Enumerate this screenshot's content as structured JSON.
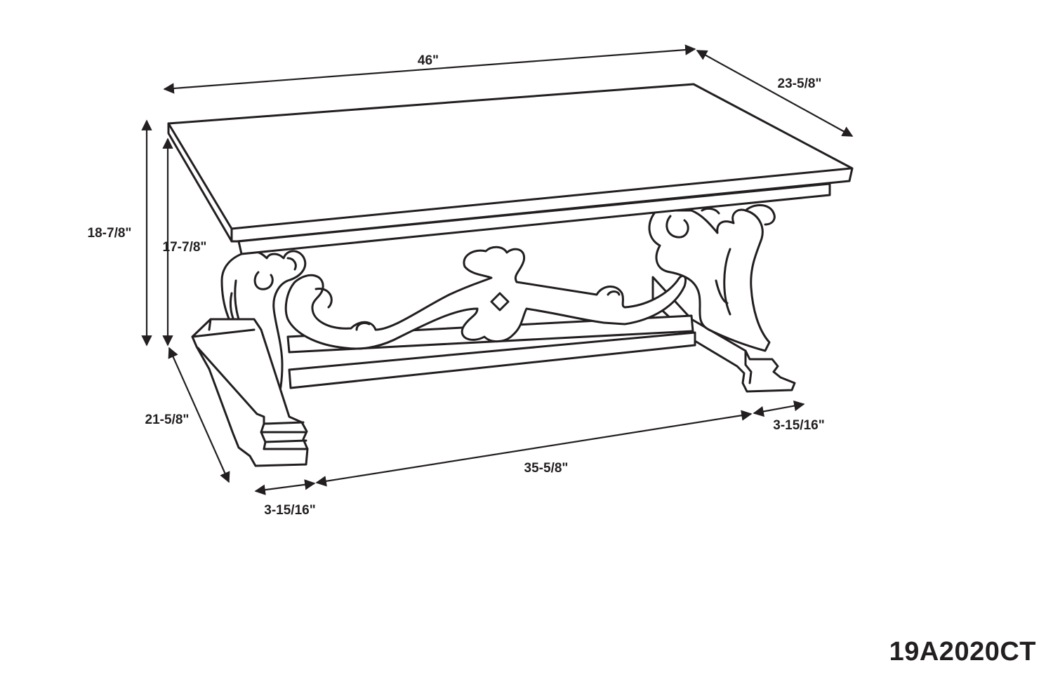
{
  "model_number": "19A2020CT",
  "dimensions": {
    "top_length": "46\"",
    "top_depth": "23-5/8\"",
    "overall_height": "18-7/8\"",
    "clear_height": "17-7/8\"",
    "base_depth": "21-5/8\"",
    "base_span": "35-5/8\"",
    "foot_front": "3-15/16\"",
    "foot_back": "3-15/16\""
  },
  "colors": {
    "line": "#231f20",
    "background": "#ffffff"
  }
}
